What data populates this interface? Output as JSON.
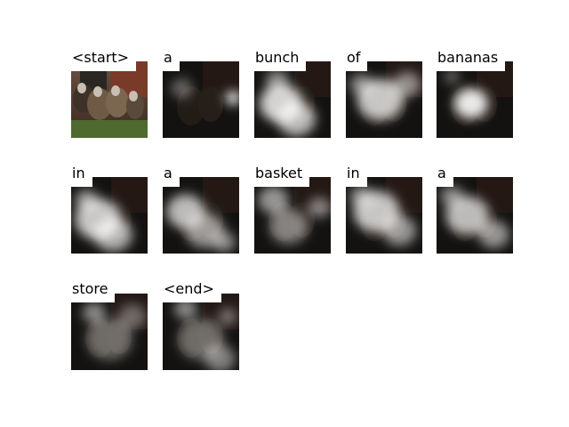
{
  "caption_words": [
    "<start>",
    "a",
    "bunch",
    "of",
    "bananas",
    "in",
    "a",
    "basket",
    "in",
    "a",
    "store",
    "<end>"
  ],
  "tiles": [
    {
      "kind": "photo"
    },
    {
      "kind": "attention",
      "blobs": [
        [
          0.92,
          0.48,
          0.1,
          0.9
        ],
        [
          0.25,
          0.35,
          0.14,
          0.35
        ]
      ]
    },
    {
      "kind": "attention",
      "blobs": [
        [
          0.35,
          0.55,
          0.28,
          0.8
        ],
        [
          0.55,
          0.75,
          0.25,
          0.7
        ],
        [
          0.3,
          0.25,
          0.15,
          0.5
        ]
      ]
    },
    {
      "kind": "attention",
      "blobs": [
        [
          0.45,
          0.5,
          0.3,
          0.75
        ],
        [
          0.8,
          0.3,
          0.18,
          0.5
        ],
        [
          0.2,
          0.3,
          0.15,
          0.5
        ]
      ]
    },
    {
      "kind": "attention",
      "blobs": [
        [
          0.45,
          0.55,
          0.22,
          0.9
        ],
        [
          0.2,
          0.2,
          0.1,
          0.35
        ]
      ]
    },
    {
      "kind": "attention",
      "blobs": [
        [
          0.35,
          0.55,
          0.3,
          0.75
        ],
        [
          0.55,
          0.75,
          0.25,
          0.65
        ],
        [
          0.2,
          0.3,
          0.15,
          0.55
        ]
      ]
    },
    {
      "kind": "attention",
      "blobs": [
        [
          0.3,
          0.45,
          0.25,
          0.7
        ],
        [
          0.55,
          0.7,
          0.25,
          0.55
        ],
        [
          0.8,
          0.85,
          0.15,
          0.5
        ]
      ]
    },
    {
      "kind": "attention",
      "blobs": [
        [
          0.25,
          0.3,
          0.2,
          0.55
        ],
        [
          0.45,
          0.65,
          0.25,
          0.45
        ],
        [
          0.85,
          0.4,
          0.15,
          0.45
        ]
      ]
    },
    {
      "kind": "attention",
      "blobs": [
        [
          0.4,
          0.45,
          0.3,
          0.75
        ],
        [
          0.7,
          0.7,
          0.22,
          0.55
        ],
        [
          0.2,
          0.25,
          0.15,
          0.5
        ]
      ]
    },
    {
      "kind": "attention",
      "blobs": [
        [
          0.4,
          0.5,
          0.28,
          0.7
        ],
        [
          0.75,
          0.75,
          0.2,
          0.55
        ],
        [
          0.2,
          0.25,
          0.15,
          0.5
        ]
      ]
    },
    {
      "kind": "attention",
      "blobs": [
        [
          0.3,
          0.25,
          0.15,
          0.5
        ],
        [
          0.5,
          0.6,
          0.3,
          0.35
        ],
        [
          0.8,
          0.3,
          0.18,
          0.35
        ]
      ]
    },
    {
      "kind": "attention",
      "blobs": [
        [
          0.3,
          0.2,
          0.15,
          0.5
        ],
        [
          0.5,
          0.6,
          0.3,
          0.35
        ],
        [
          0.75,
          0.85,
          0.2,
          0.45
        ],
        [
          0.85,
          0.3,
          0.12,
          0.4
        ]
      ]
    }
  ]
}
